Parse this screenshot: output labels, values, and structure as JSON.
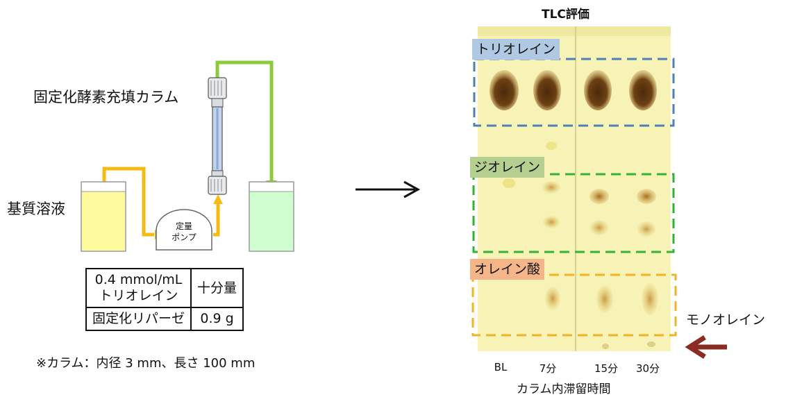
{
  "labels": {
    "column": "固定化酵素充填カラム",
    "substrate": "基質溶液",
    "pump_line1": "定量",
    "pump_line2": "ポンプ"
  },
  "conditions": {
    "rows": [
      {
        "name_line1": "0.4 mmol/mL",
        "name_line2": "トリオレイン",
        "value": "十分量"
      },
      {
        "name": "固定化リパーゼ",
        "value": "0.9 g"
      }
    ],
    "note": "※カラム：内径 3 mm、長さ 100 mm"
  },
  "tlc": {
    "title": "TLC評価",
    "bands": {
      "triolein": "トリオレイン",
      "diolein": "ジオレイン",
      "oleic_acid": "オレイン酸",
      "monoolein": "モノオレイン"
    },
    "lanes": [
      "BL",
      "7分",
      "15分",
      "30分"
    ],
    "xlabel": "カラム内滞留時間"
  },
  "colors": {
    "triolein_box": "#4f7fb7",
    "diolein_box": "#34b233",
    "oleic_box": "#f0b323",
    "arrow_red": "#8b2b22",
    "pipe_yellow": "#f6bb12",
    "pipe_green": "#8ccc3c"
  }
}
